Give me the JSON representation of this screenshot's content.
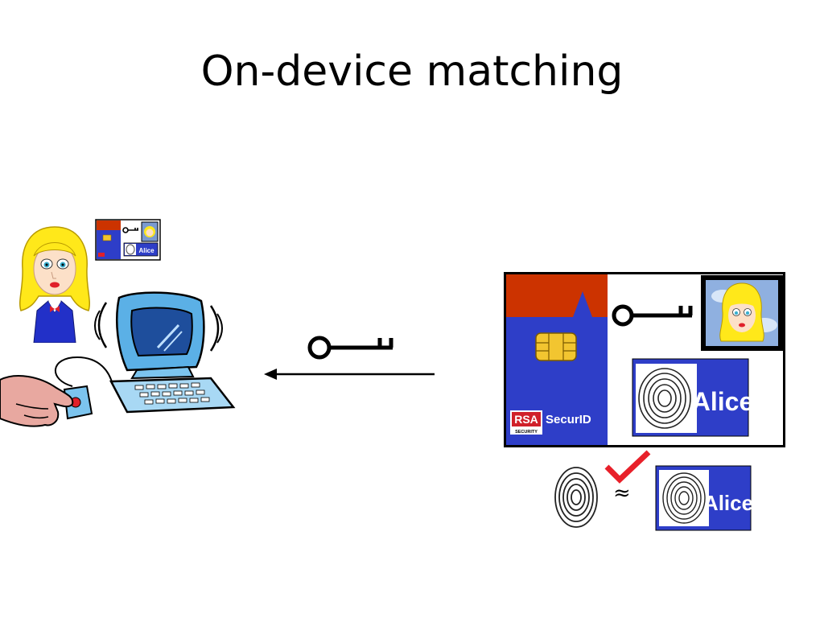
{
  "slide": {
    "title": "On-device matching"
  },
  "card": {
    "brand": "RSA",
    "brand_subtitle": "SECURITY",
    "product": "SecurID",
    "holder_name": "Alice"
  },
  "mini_card": {
    "holder_name": "Alice"
  },
  "match": {
    "approx_symbol": "≈",
    "template_name": "Alice"
  },
  "colors": {
    "card_blue": "#2E3EC8",
    "card_red": "#CC3300",
    "check_red": "#E8202A",
    "chip_gold": "#F2C530",
    "monitor_blue": "#4FA6E0"
  }
}
